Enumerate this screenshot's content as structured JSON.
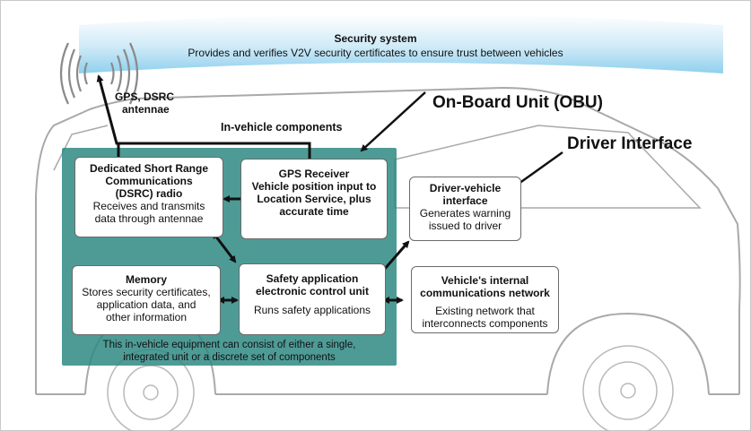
{
  "security": {
    "title": "Security system",
    "desc": "Provides and verifies V2V security certificates to ensure trust between vehicles"
  },
  "antenna_label": {
    "line1": "GPS, DSRC",
    "line2": "antennae"
  },
  "callouts": {
    "obu": "On-Board Unit (OBU)",
    "driver": "Driver Interface"
  },
  "in_vehicle_label": "In-vehicle components",
  "boxes": {
    "dsrc": {
      "title1": "Dedicated Short Range",
      "title2": "Communications",
      "title3": "(DSRC) radio",
      "body1": "Receives and transmits",
      "body2": "data through antennae"
    },
    "gps": {
      "title1": "GPS Receiver",
      "title2": "Vehicle position input to",
      "title3": "Location Service, plus",
      "title4": "accurate time"
    },
    "dvi": {
      "title1": "Driver-vehicle",
      "title2": "interface",
      "body1": "Generates warning",
      "body2": "issued to driver"
    },
    "memory": {
      "title1": "Memory",
      "body1": "Stores security certificates,",
      "body2": "application data, and",
      "body3": "other information"
    },
    "safety": {
      "title1": "Safety application",
      "title2": "electronic control unit",
      "body1": "Runs safety applications"
    },
    "network": {
      "title1": "Vehicle's internal",
      "title2": "communications network",
      "body1": "Existing network that",
      "body2": "interconnects components"
    }
  },
  "footnote": {
    "line1": "This in-vehicle equipment can consist of either a single,",
    "line2": "integrated unit or a discrete set of components"
  },
  "colors": {
    "teal": "#2f8a84",
    "arc_top": "#ffffff",
    "arc_bottom": "#8fd0ee",
    "outline": "#a9a9a9",
    "arrow": "#111111"
  }
}
